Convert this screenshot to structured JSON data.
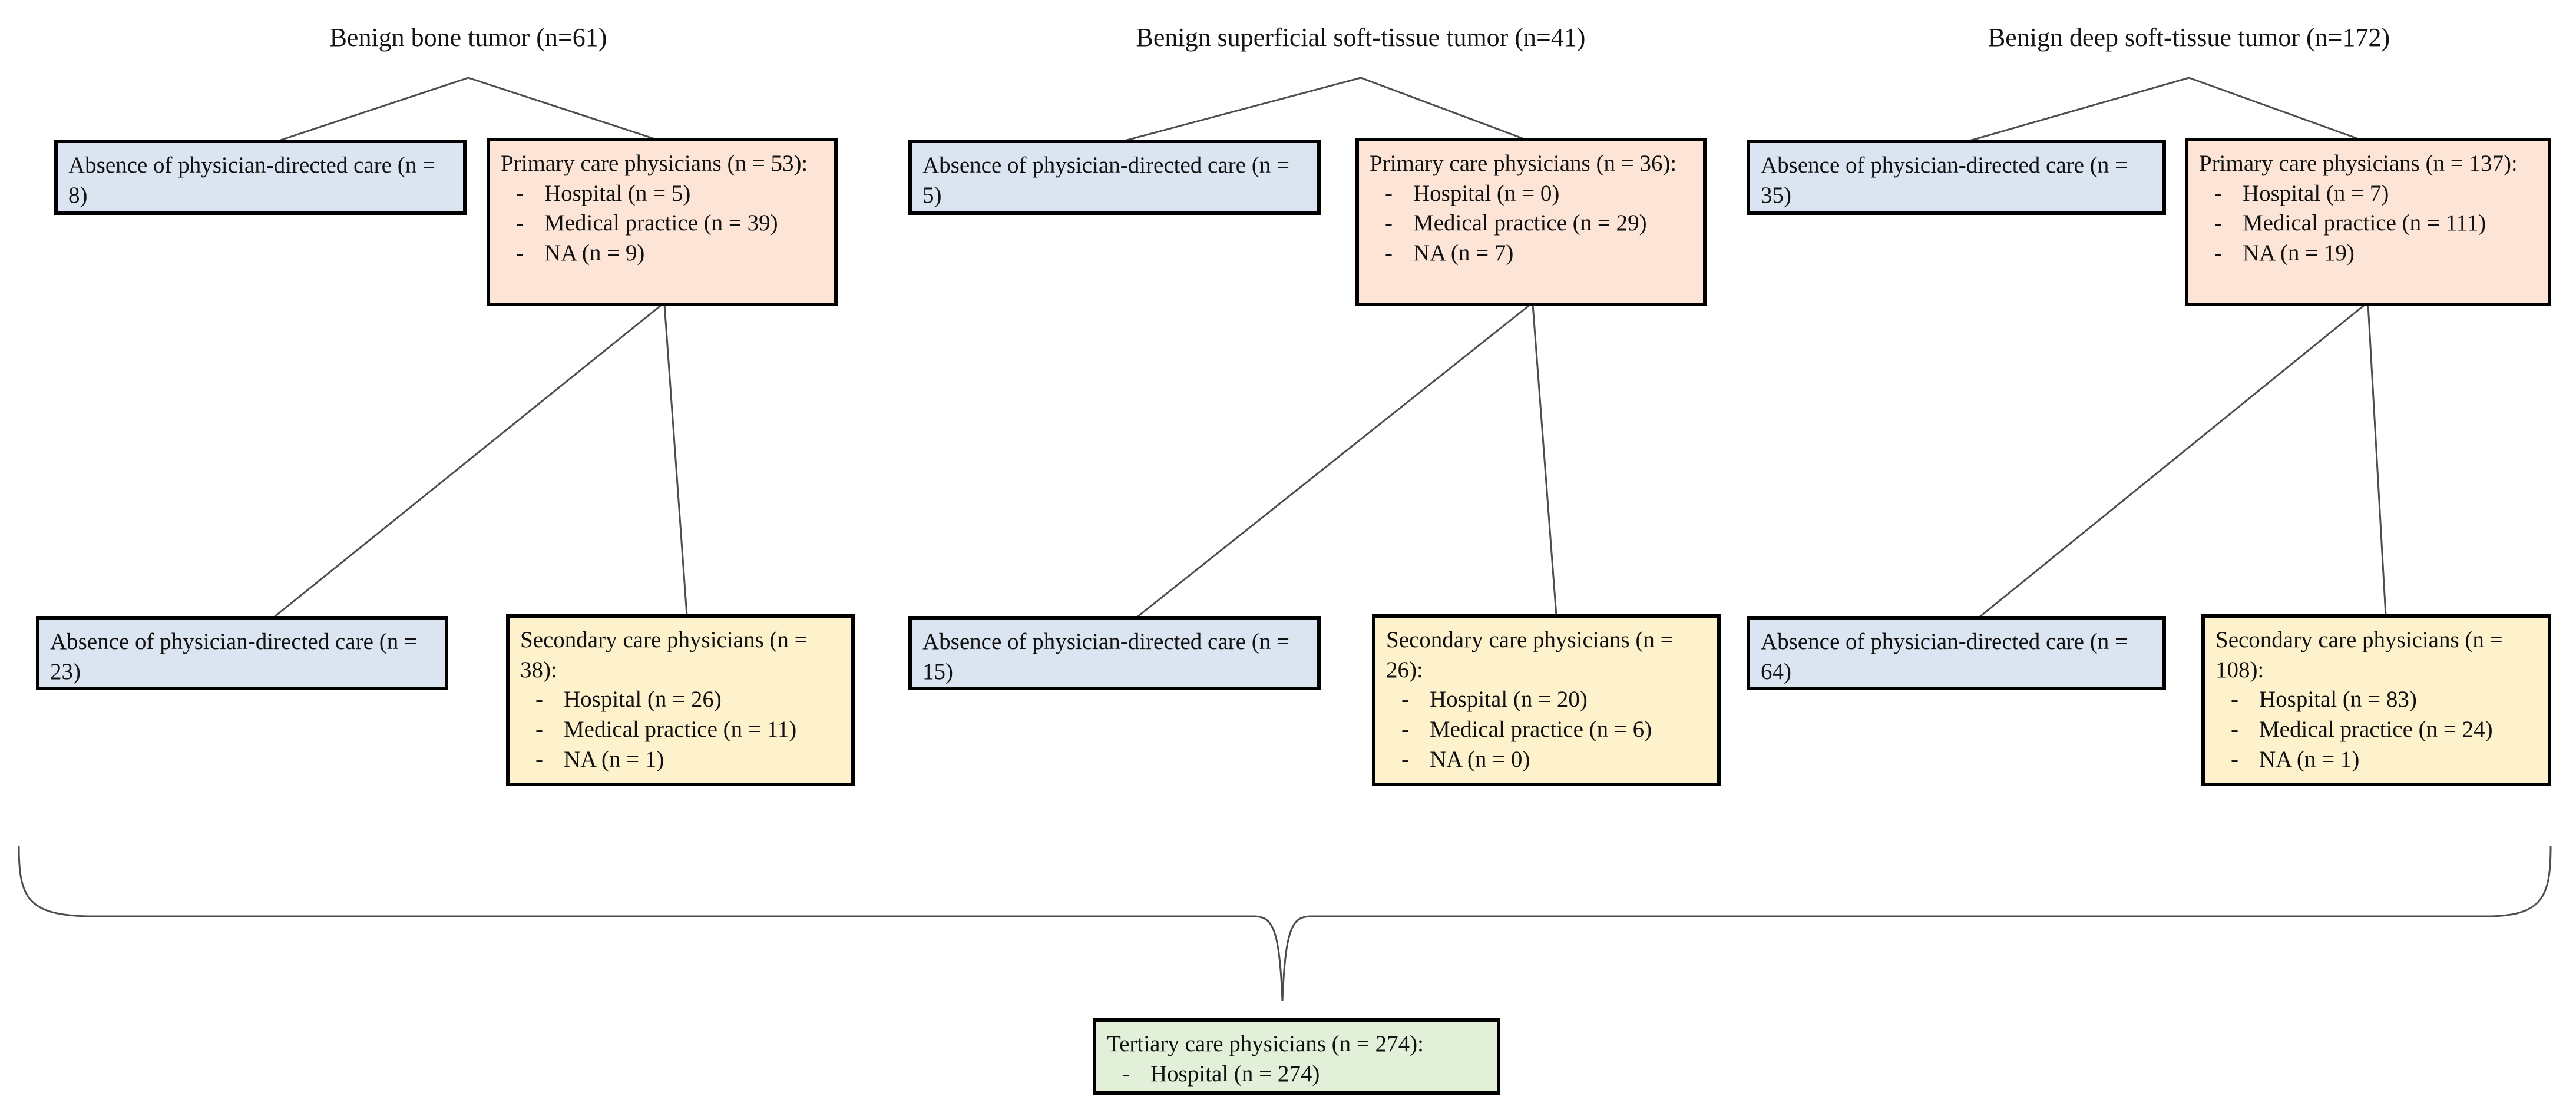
{
  "marker": "-",
  "columns": [
    {
      "title": "Benign bone tumor (n=61)",
      "row1": {
        "absence": "Absence of physician-directed care (n = 8)",
        "primary_header": "Primary care physicians (n = 53):",
        "primary_items": [
          "Hospital (n = 5)",
          "Medical practice (n = 39)",
          "NA (n = 9)"
        ]
      },
      "row2": {
        "absence": "Absence of physician-directed care (n = 23)",
        "secondary_header": "Secondary care physicians (n = 38):",
        "secondary_items": [
          "Hospital (n = 26)",
          "Medical practice (n = 11)",
          "NA (n = 1)"
        ]
      }
    },
    {
      "title": "Benign superficial soft-tissue tumor (n=41)",
      "row1": {
        "absence": "Absence of physician-directed care (n = 5)",
        "primary_header": "Primary care physicians (n = 36):",
        "primary_items": [
          "Hospital (n = 0)",
          "Medical practice (n = 29)",
          "NA (n = 7)"
        ]
      },
      "row2": {
        "absence": "Absence of physician-directed care (n = 15)",
        "secondary_header": "Secondary care physicians (n = 26):",
        "secondary_items": [
          "Hospital (n = 20)",
          "Medical practice (n = 6)",
          "NA (n = 0)"
        ]
      }
    },
    {
      "title": "Benign deep soft-tissue tumor (n=172)",
      "row1": {
        "absence": "Absence of physician-directed care (n = 35)",
        "primary_header": "Primary care physicians (n = 137):",
        "primary_items": [
          "Hospital (n = 7)",
          "Medical practice (n = 111)",
          "NA (n = 19)"
        ]
      },
      "row2": {
        "absence": "Absence of physician-directed care (n = 64)",
        "secondary_header": "Secondary care physicians (n = 108):",
        "secondary_items": [
          "Hospital (n = 83)",
          "Medical practice (n = 24)",
          "NA (n = 1)"
        ]
      }
    }
  ],
  "tertiary": {
    "header": "Tertiary care physicians (n = 274):",
    "items": [
      "Hospital (n = 274)"
    ]
  },
  "colors": {
    "absence_fill": "#dbe5f1",
    "primary_fill": "#fce4d6",
    "secondary_fill": "#fdf2cc",
    "tertiary_fill": "#e2efd9",
    "border": "#000000",
    "line": "#4d4d4d"
  }
}
